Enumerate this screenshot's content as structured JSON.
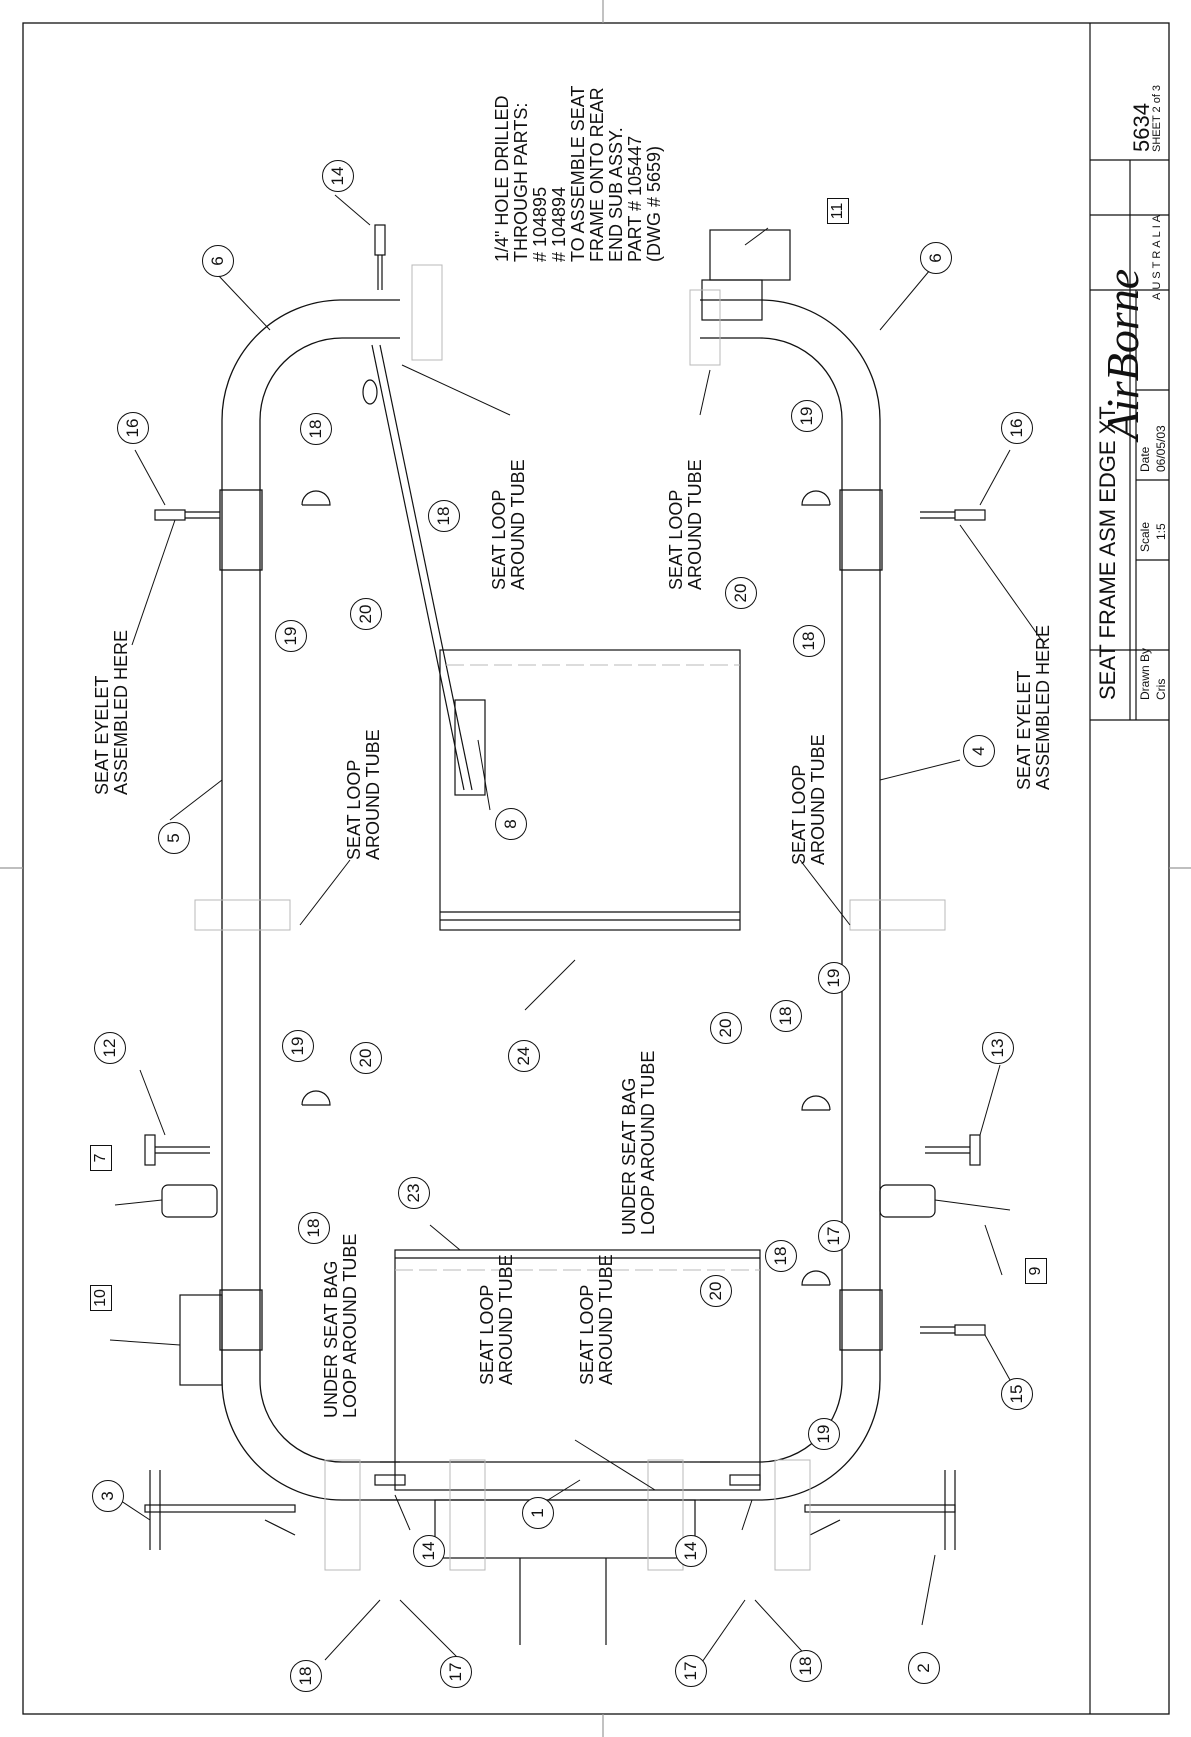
{
  "title_block": {
    "title": "SEAT FRAME ASM EDGE XT",
    "drawn_by_label": "Drawn By",
    "drawn_by": "Cris",
    "scale_label": "Scale",
    "scale": "1:5",
    "date_label": "Date",
    "date": "06/05/03",
    "drawing_number": "5634",
    "sheet": "SHEET 2 of 3",
    "logo_text": "AirBorne",
    "logo_subtext": "AUSTRALIA"
  },
  "notes": {
    "drill_note": [
      "1/4\" HOLE DRILLED",
      "THROUGH PARTS:",
      "# 104895",
      "# 104894",
      "TO ASSEMBLE SEAT",
      "FRAME ONTO REAR",
      "END SUB ASSY.",
      "PART # 105447",
      "(DWG # 5659)"
    ],
    "seat_loop": [
      "SEAT LOOP",
      "AROUND TUBE"
    ],
    "seat_eyelet": [
      "SEAT EYELET",
      "ASSEMBLED HERE"
    ],
    "under_seat_bag": [
      "UNDER SEAT BAG",
      "LOOP AROUND TUBE"
    ]
  },
  "callouts": {
    "c1": "1",
    "c2": "2",
    "c3": "3",
    "c4": "4",
    "c5": "5",
    "c6": "6",
    "c8": "8",
    "c12": "12",
    "c13": "13",
    "c14": "14",
    "c15": "15",
    "c16": "16",
    "c17": "17",
    "c18": "18",
    "c19": "19",
    "c20": "20",
    "c23": "23",
    "c24": "24"
  },
  "box_labels": {
    "b7": "7",
    "b9": "9",
    "b10": "10",
    "b11": "11"
  },
  "colors": {
    "line": "#111111",
    "faint": "#b8b8b8",
    "tube_fill": "#ffffff"
  }
}
